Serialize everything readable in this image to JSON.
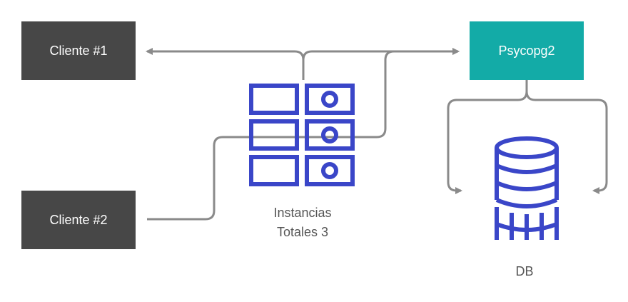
{
  "nodes": {
    "client1": "Cliente #1",
    "client2": "Cliente #2",
    "psycopg": "Psycopg2"
  },
  "captions": {
    "instances_line1": "Instancias",
    "instances_line2": "Totales 3",
    "db": "DB"
  },
  "colors": {
    "client_box": "#474747",
    "psycopg_box": "#13aba7",
    "icon_blue": "#3a46c8",
    "connector": "#8a8a8a",
    "caption_text": "#555555"
  },
  "icons": {
    "instances": "server-rack-icon",
    "database": "database-icon"
  }
}
